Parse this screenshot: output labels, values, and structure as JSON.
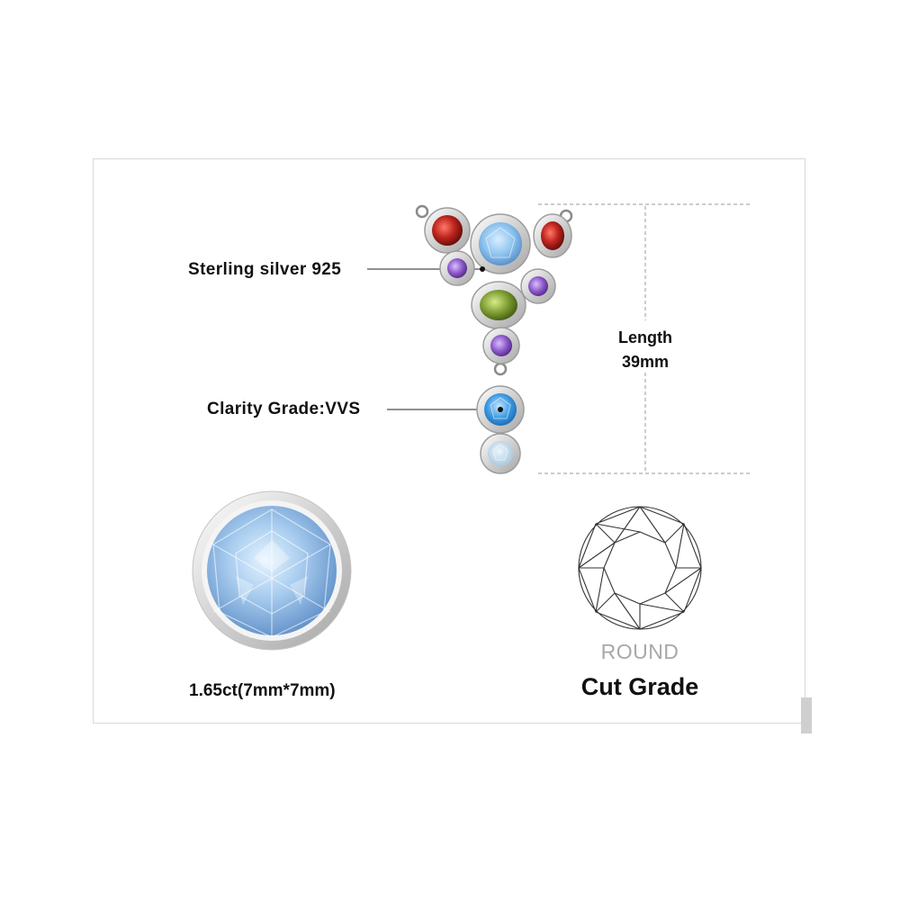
{
  "annotations": {
    "material": "Sterling silver 925",
    "clarity": "Clarity Grade:VVS",
    "length_label": "Length",
    "length_value": "39mm",
    "carat": "1.65ct(7mm*7mm)",
    "shape": "ROUND",
    "cut": "Cut Grade"
  },
  "colors": {
    "garnet": "#b3201c",
    "sky_blue_topaz": "#7fb8e6",
    "swiss_blue_topaz": "#3a9ae0",
    "amethyst": "#8e5bc9",
    "peridot": "#7e9d32",
    "silver": "#d4d4d4",
    "frame_border": "#d8d8d8"
  },
  "icons": {
    "pendant": "gemstone-pendant-illustration",
    "gem_closeup": "round-blue-topaz-icon",
    "cut_diagram": "round-cut-diagram-icon"
  }
}
